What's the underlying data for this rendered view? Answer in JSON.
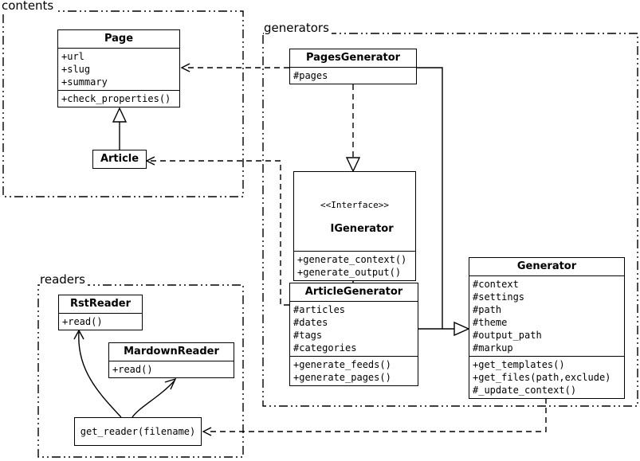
{
  "diagram": {
    "packages": {
      "contents": "contents",
      "generators": "generators",
      "readers": "readers"
    },
    "classes": {
      "page": {
        "name": "Page",
        "attrs": [
          "+url",
          "+slug",
          "+summary"
        ],
        "methods": [
          "+check_properties()"
        ]
      },
      "article": {
        "name": "Article"
      },
      "pages_generator": {
        "name": "PagesGenerator",
        "attrs": [
          "#pages"
        ]
      },
      "igenerator": {
        "stereotype": "<<Interface>>",
        "name": "IGenerator",
        "methods": [
          "+generate_context()",
          "+generate_output()"
        ]
      },
      "article_generator": {
        "name": "ArticleGenerator",
        "attrs": [
          "#articles",
          "#dates",
          "#tags",
          "#categories"
        ],
        "methods": [
          "+generate_feeds()",
          "+generate_pages()"
        ]
      },
      "generator": {
        "name": "Generator",
        "attrs": [
          "#context",
          "#settings",
          "#path",
          "#theme",
          "#output_path",
          "#markup"
        ],
        "methods": [
          "+get_templates()",
          "+get_files(path,exclude)",
          "#_update_context()"
        ]
      },
      "rst_reader": {
        "name": "RstReader",
        "methods": [
          "+read()"
        ]
      },
      "markdown_reader": {
        "name": "MardownReader",
        "methods": [
          "+read()"
        ]
      },
      "get_reader": {
        "name": "get_reader(filename)"
      }
    },
    "relations": [
      {
        "from": "PagesGenerator",
        "to": "Page",
        "type": "dependency"
      },
      {
        "from": "ArticleGenerator",
        "to": "Article",
        "type": "dependency"
      },
      {
        "from": "Article",
        "to": "Page",
        "type": "generalization"
      },
      {
        "from": "PagesGenerator",
        "to": "IGenerator",
        "type": "realization"
      },
      {
        "from": "ArticleGenerator",
        "to": "IGenerator",
        "type": "generalization"
      },
      {
        "from": "PagesGenerator",
        "to": "Generator",
        "type": "generalization"
      },
      {
        "from": "ArticleGenerator",
        "to": "Generator",
        "type": "generalization"
      },
      {
        "from": "Generator",
        "to": "get_reader(filename)",
        "type": "dependency"
      },
      {
        "from": "get_reader(filename)",
        "to": "RstReader",
        "type": "arrow"
      },
      {
        "from": "get_reader(filename)",
        "to": "MardownReader",
        "type": "arrow"
      }
    ]
  }
}
